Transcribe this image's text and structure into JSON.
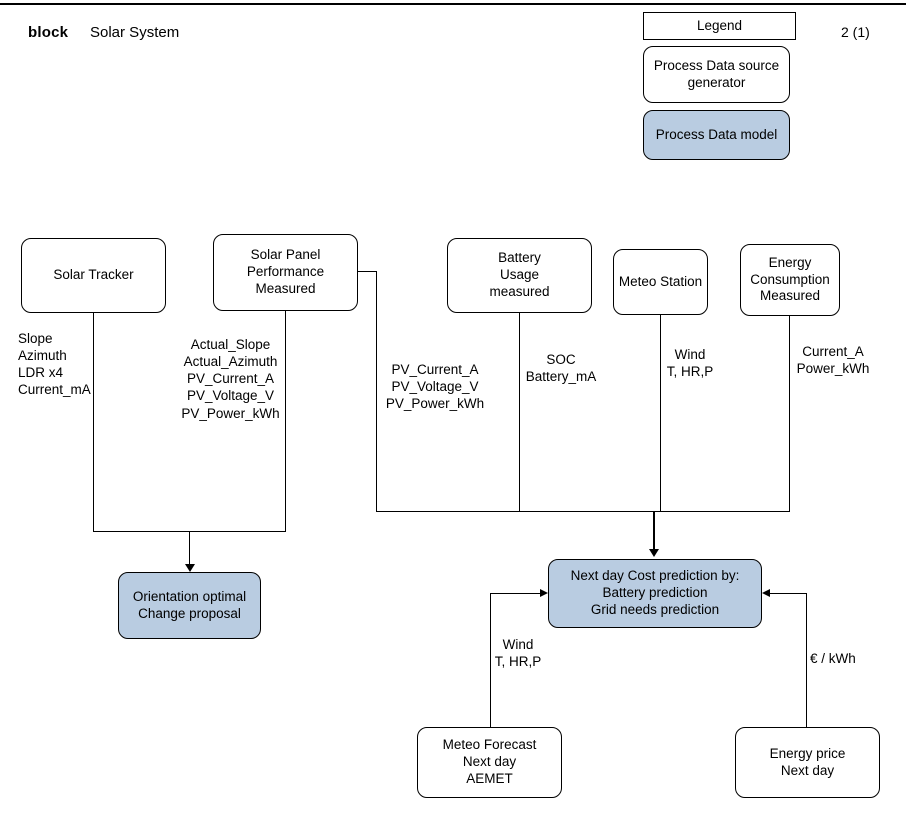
{
  "page": {
    "kind_label": "block",
    "title": "Solar System",
    "page_number": "2 (1)"
  },
  "legend": {
    "title": "Legend",
    "items": [
      {
        "label": "Process Data source\ngenerator",
        "style": "source",
        "color": "#ffffff"
      },
      {
        "label": "Process Data model",
        "style": "model",
        "color": "#b9cce1"
      }
    ]
  },
  "nodes": {
    "solar_tracker": {
      "label": "Solar Tracker"
    },
    "solar_panel": {
      "label": "Solar Panel\nPerformance Measured"
    },
    "battery_usage": {
      "label": "Battery\nUsage\nmeasured"
    },
    "meteo_station": {
      "label": "Meteo Station"
    },
    "energy_consumption": {
      "label": "Energy\nConsumption\nMeasured"
    },
    "orientation": {
      "label": "Orientation optimal\nChange proposal"
    },
    "cost_prediction": {
      "label": "Next day Cost prediction by:\nBattery prediction\nGrid needs prediction"
    },
    "meteo_forecast": {
      "label": "Meteo Forecast\nNext day\nAEMET"
    },
    "energy_price": {
      "label": "Energy price\nNext day"
    }
  },
  "edge_labels": {
    "tracker_signals": "Slope\nAzimuth\nLDR x4\nCurrent_mA",
    "panel_signals": "Actual_Slope\nActual_Azimuth\nPV_Current_A\nPV_Voltage_V\nPV_Power_kWh",
    "panel_to_prediction": "PV_Current_A\nPV_Voltage_V\nPV_Power_kWh",
    "battery_signals": "SOC\nBattery_mA",
    "meteo_signals": "Wind\nT, HR,P",
    "consumption_signals": "Current_A\nPower_kWh",
    "forecast_signals": "Wind\nT, HR,P",
    "price_signals": "€ / kWh"
  },
  "colors": {
    "model_fill": "#b9cce1",
    "source_fill": "#ffffff",
    "stroke": "#000000"
  }
}
